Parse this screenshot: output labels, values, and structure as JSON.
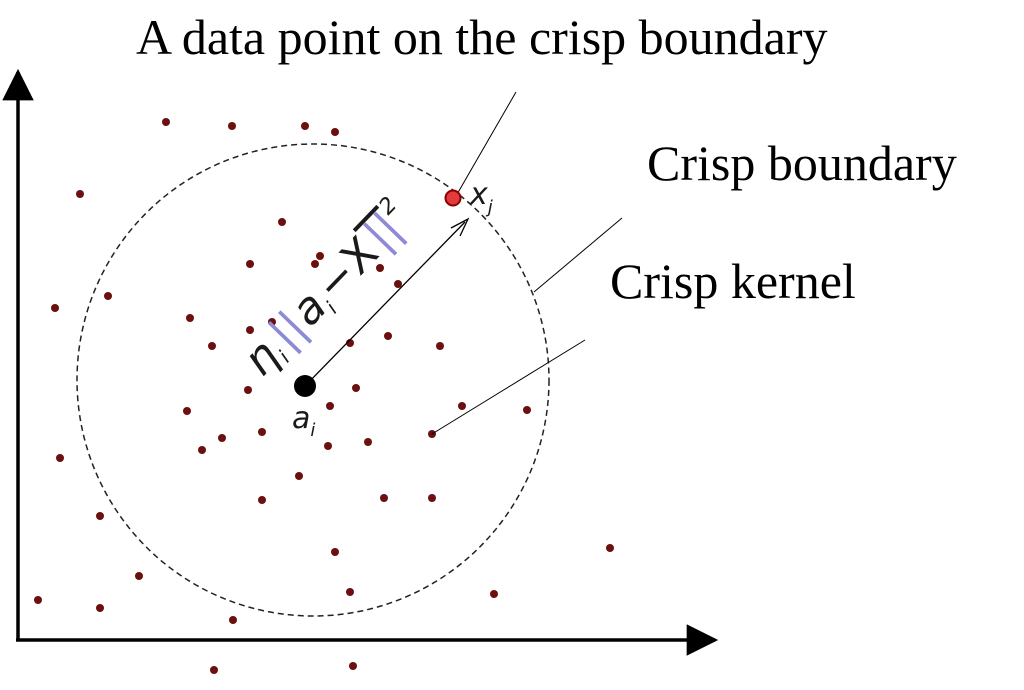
{
  "labels": {
    "title": "A data point on the crisp boundary",
    "crisp_boundary": "Crisp boundary",
    "crisp_kernel": "Crisp kernel"
  },
  "formula": {
    "eta": "η",
    "subscript_i": "i",
    "norm_open": "||",
    "a": "a",
    "minus": "−",
    "xbar": "X",
    "norm_close": "||",
    "exponent": "2"
  },
  "point_labels": {
    "center": "a",
    "center_sub": "i",
    "boundary_point": "x",
    "boundary_point_sub": "j"
  },
  "colors": {
    "data_point": "#6b0f0f",
    "boundary_point_fill": "#e23b3b",
    "boundary_point_stroke": "#8b0000",
    "center_point": "#000000",
    "norm_bars": "#8d8ad6"
  }
}
